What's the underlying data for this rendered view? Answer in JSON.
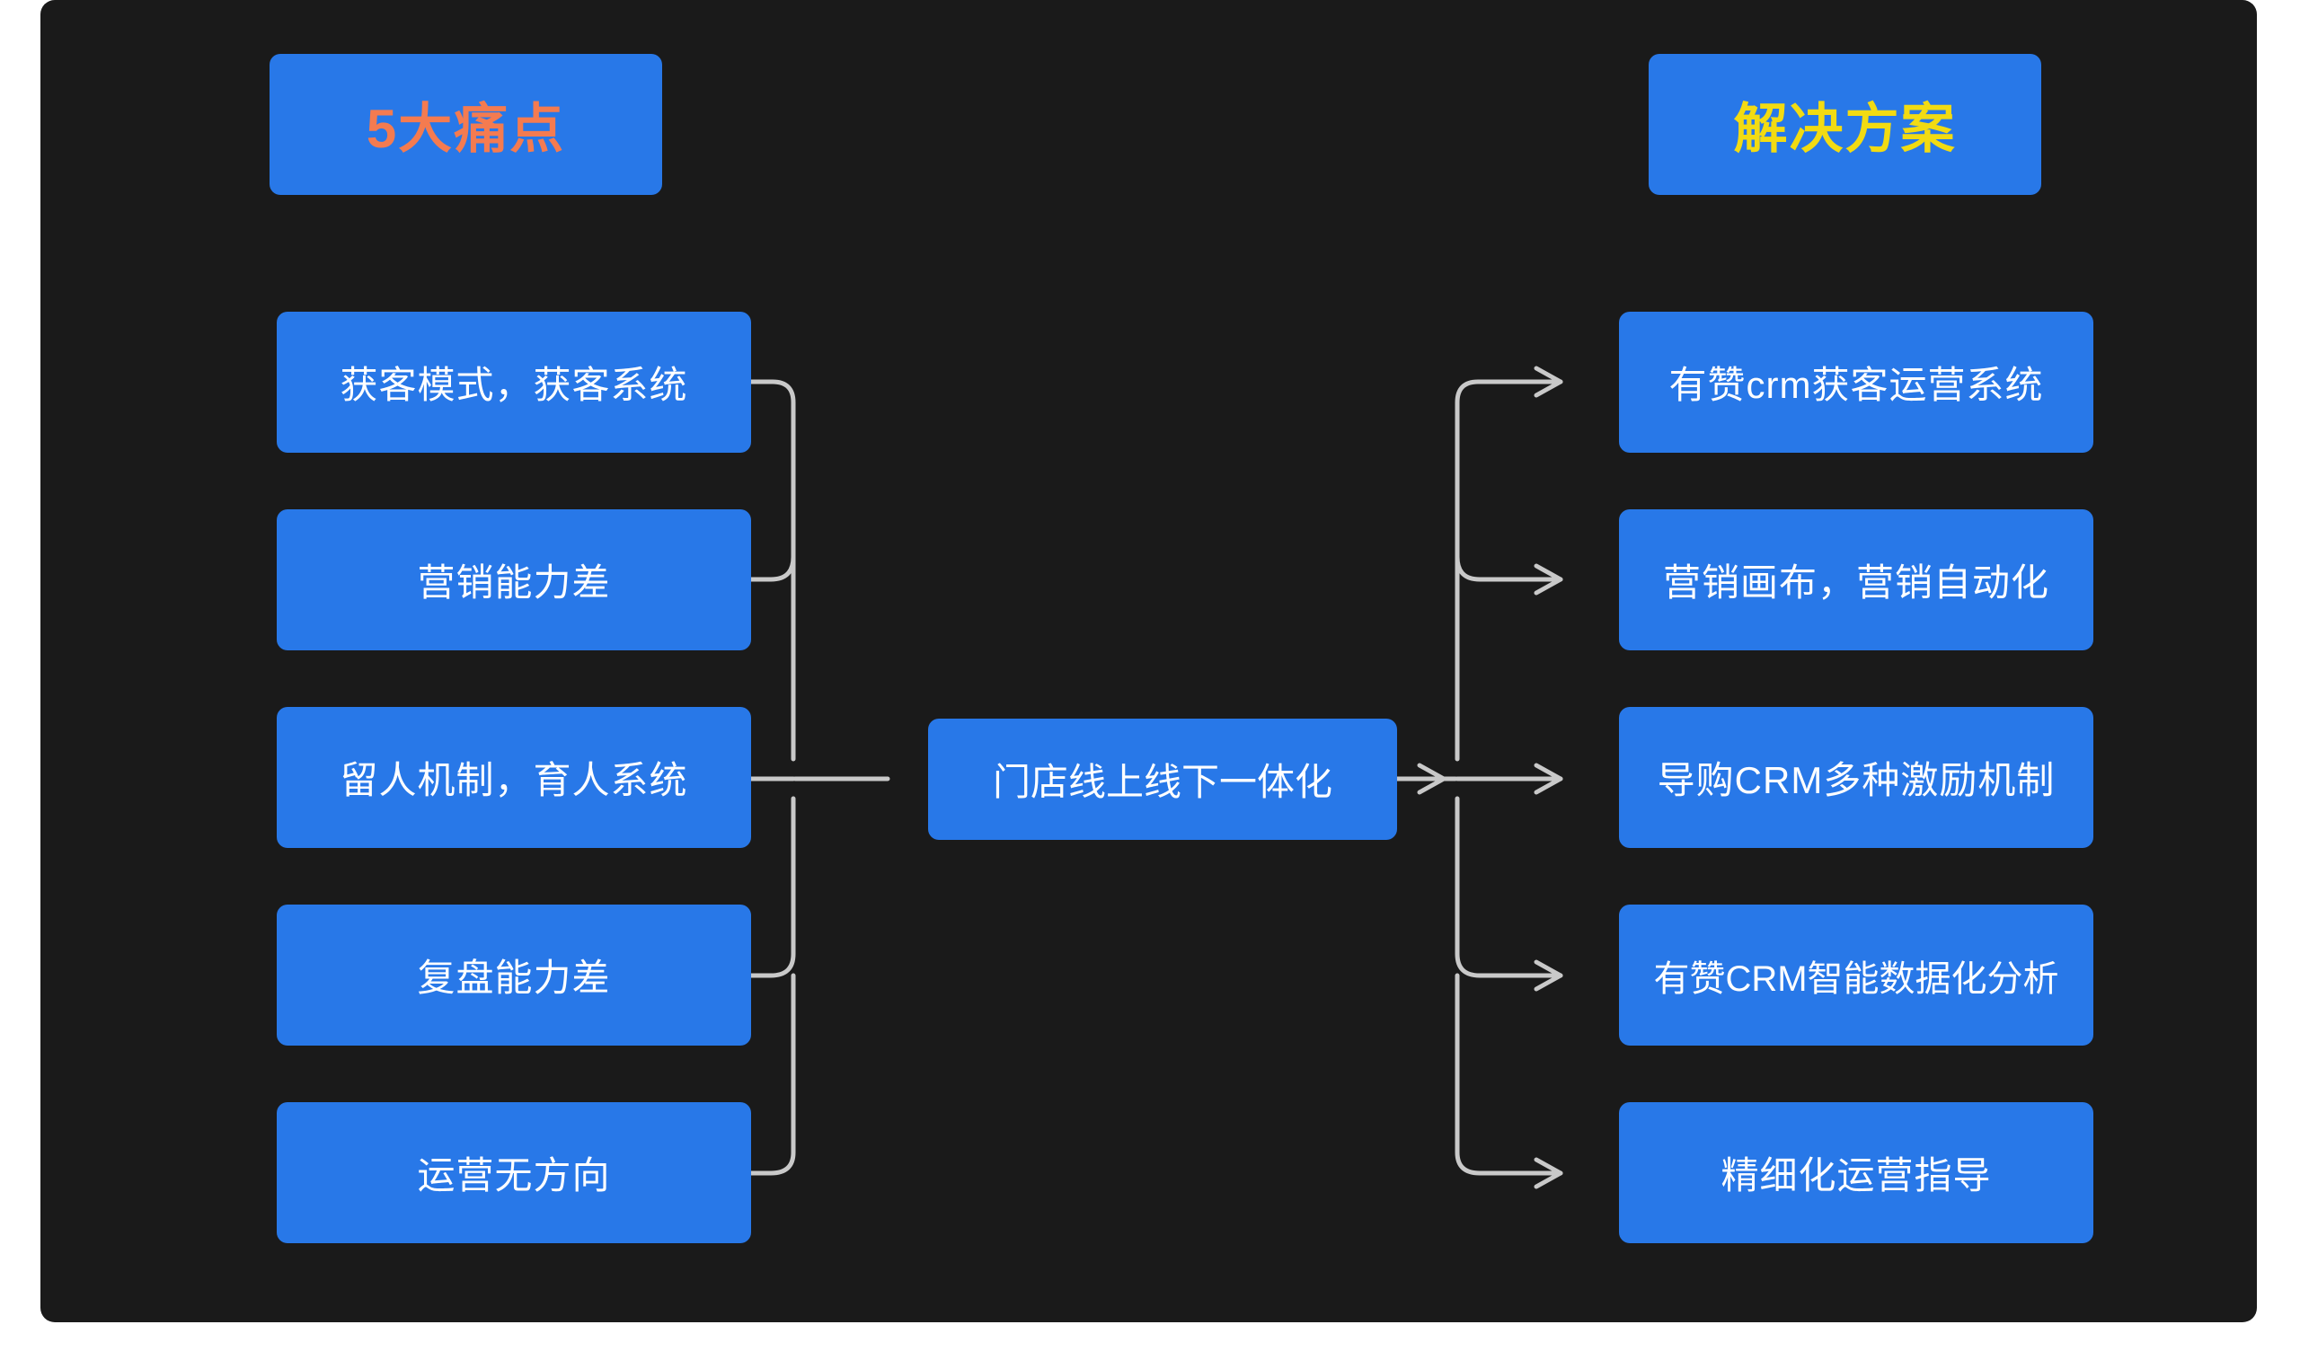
{
  "diagram": {
    "title_left": "5大痛点",
    "title_right": "解决方案",
    "center": "门店线上线下一体化",
    "background_color": "#1a1a1a",
    "node_color": "#2878E8",
    "connector_color": "#c9c9c9",
    "left_title_color": "#F47B50",
    "right_title_color": "#F2DB12",
    "node_text_color": "#ffffff"
  },
  "pain_points": [
    {
      "label": "获客模式，获客系统"
    },
    {
      "label": "营销能力差"
    },
    {
      "label": "留人机制，育人系统"
    },
    {
      "label": "复盘能力差"
    },
    {
      "label": "运营无方向"
    }
  ],
  "solutions": [
    {
      "label": "有赞crm获客运营系统"
    },
    {
      "label": "营销画布，营销自动化"
    },
    {
      "label": "导购CRM多种激励机制"
    },
    {
      "label": "有赞CRM智能数据化分析"
    },
    {
      "label": "精细化运营指导"
    }
  ]
}
